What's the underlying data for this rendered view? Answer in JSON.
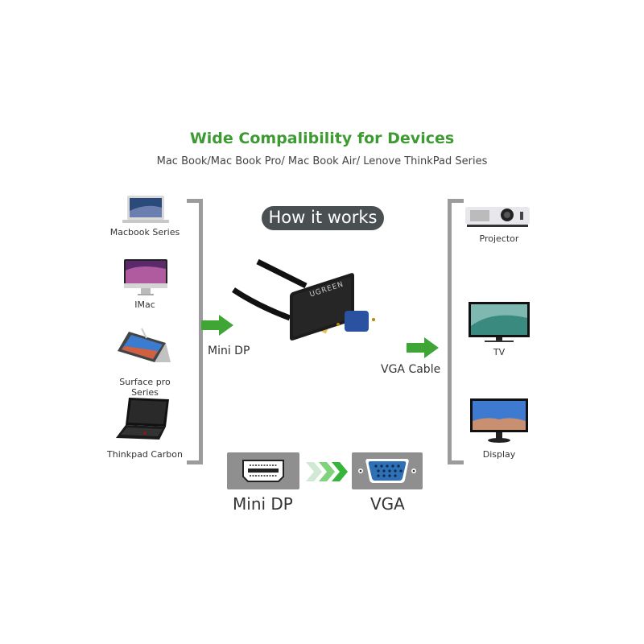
{
  "header": {
    "title": "Wide Compalibility for Devices",
    "subtitle": "Mac Book/Mac Book Pro/ Mac Book Air/ Lenove ThinkPad Series"
  },
  "how_it_works": "How it works",
  "source_devices": [
    {
      "label": "Macbook Series",
      "icon": "laptop-icon"
    },
    {
      "label": "IMac",
      "icon": "desktop-icon"
    },
    {
      "label": "Surface pro Series",
      "icon": "tablet-icon"
    },
    {
      "label": "Thinkpad Carbon",
      "icon": "laptop-icon"
    }
  ],
  "target_devices": [
    {
      "label": "Projector",
      "icon": "projector-icon"
    },
    {
      "label": "TV",
      "icon": "tv-icon"
    },
    {
      "label": "Display",
      "icon": "monitor-icon"
    }
  ],
  "adapter": {
    "brand": "UGREEN",
    "input_label": "Mini DP",
    "output_label": "VGA Cable"
  },
  "connectors": {
    "from": "Mini DP",
    "to": "VGA"
  },
  "colors": {
    "accent_green": "#3e9a32",
    "bracket_gray": "#9c9c9c",
    "pill_bg": "#4a4f52",
    "vga_blue": "#2f6fb4"
  }
}
